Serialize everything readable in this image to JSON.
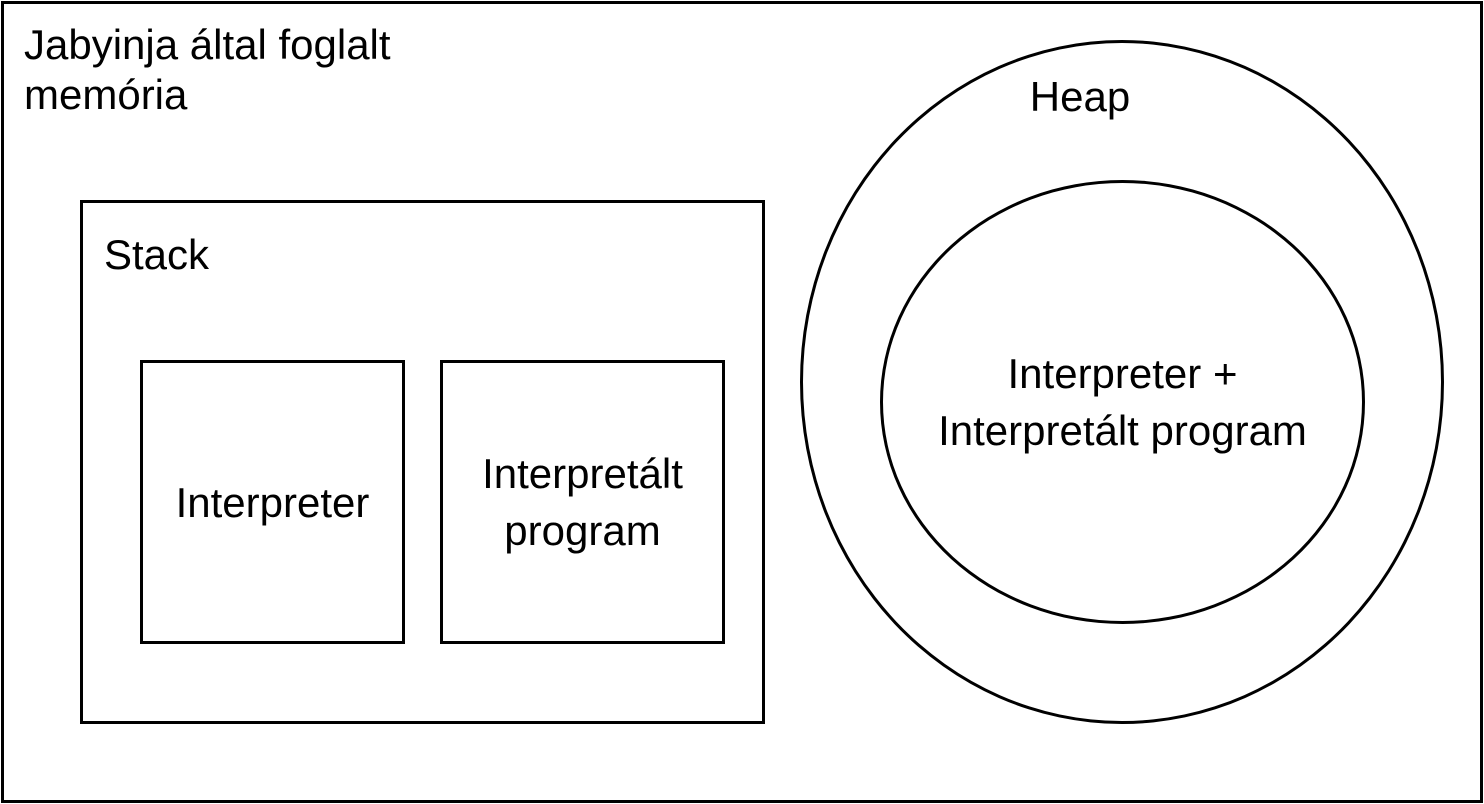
{
  "memory": {
    "title": "Jabyinja által foglalt\nmemória"
  },
  "stack": {
    "label": "Stack",
    "items": [
      {
        "label": "Interpreter"
      },
      {
        "label": "Interpretált\nprogram"
      }
    ]
  },
  "heap": {
    "label": "Heap",
    "content": "Interpreter +\nInterpretált program"
  }
}
